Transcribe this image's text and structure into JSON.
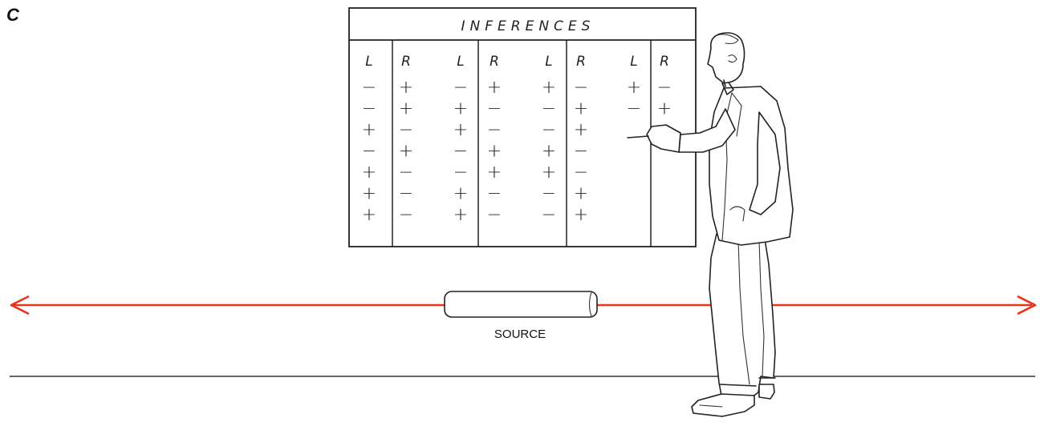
{
  "panel_letter": "C",
  "board": {
    "title": "INFERENCES",
    "headers": [
      "L",
      "R",
      "L",
      "R",
      "L",
      "R",
      "L",
      "R"
    ],
    "rows": [
      [
        "−",
        "+",
        "−",
        "+",
        "+",
        "−",
        "+",
        "−"
      ],
      [
        "−",
        "+",
        "+",
        "−",
        "−",
        "+",
        "−",
        "+"
      ],
      [
        "+",
        "−",
        "+",
        "−",
        "−",
        "+",
        "",
        ""
      ],
      [
        "−",
        "+",
        "−",
        "+",
        "+",
        "−",
        "",
        ""
      ],
      [
        "+",
        "−",
        "−",
        "+",
        "+",
        "−",
        "",
        ""
      ],
      [
        "+",
        "−",
        "+",
        "−",
        "−",
        "+",
        "",
        ""
      ],
      [
        "+",
        "−",
        "+",
        "−",
        "−",
        "+",
        "",
        ""
      ]
    ]
  },
  "source_label": "SOURCE",
  "colors": {
    "beam": "#e8341c",
    "ink": "#222222"
  }
}
